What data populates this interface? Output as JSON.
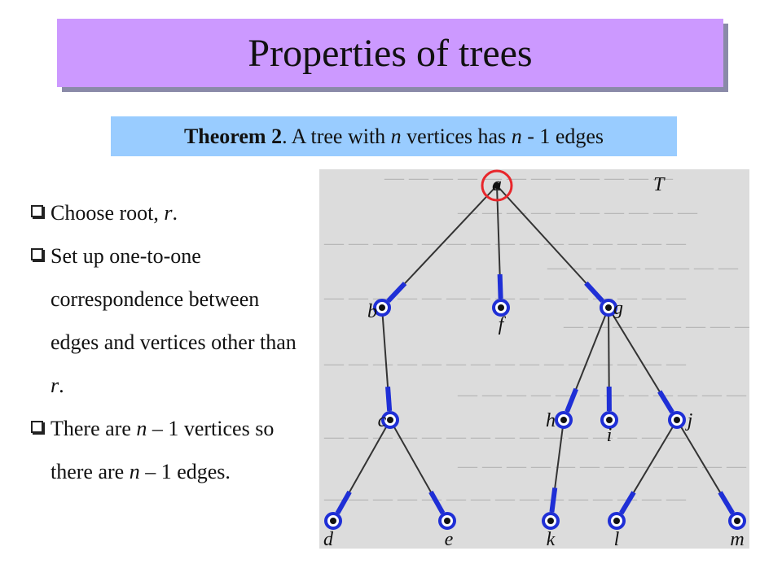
{
  "slide": {
    "title": "Properties of trees",
    "theorem": {
      "label": "Theorem 2",
      "text_before": ". A tree with ",
      "var1": "n",
      "text_middle": " vertices has ",
      "var2": "n",
      "text_after": " - 1 edges"
    },
    "bullets": [
      {
        "text": "Choose root, ",
        "var": "r",
        "tail": "."
      },
      {
        "text": "Set up one-to-one correspondence between edges and vertices other than ",
        "var": "r",
        "tail": "."
      },
      {
        "text": "There are ",
        "var": "n",
        "tail": " – 1 vertices so there are ",
        "var2": "n",
        "tail2": " – 1 edges."
      }
    ]
  },
  "figure": {
    "tree_title": "T",
    "root": "a",
    "vertices": [
      "a",
      "b",
      "f",
      "g",
      "c",
      "h",
      "i",
      "j",
      "d",
      "e",
      "k",
      "l",
      "m"
    ],
    "edges": [
      [
        "a",
        "b"
      ],
      [
        "a",
        "f"
      ],
      [
        "a",
        "g"
      ],
      [
        "b",
        "c"
      ],
      [
        "g",
        "h"
      ],
      [
        "g",
        "i"
      ],
      [
        "g",
        "j"
      ],
      [
        "c",
        "d"
      ],
      [
        "c",
        "e"
      ],
      [
        "h",
        "k"
      ],
      [
        "j",
        "l"
      ],
      [
        "j",
        "m"
      ]
    ],
    "colors": {
      "root_circle": "#e8262b",
      "vertex_circle": "#1f2fd6",
      "edge_marker": "#1f2fd6",
      "edge_line": "#333333",
      "panel_bg": "#dcdcdc"
    }
  }
}
